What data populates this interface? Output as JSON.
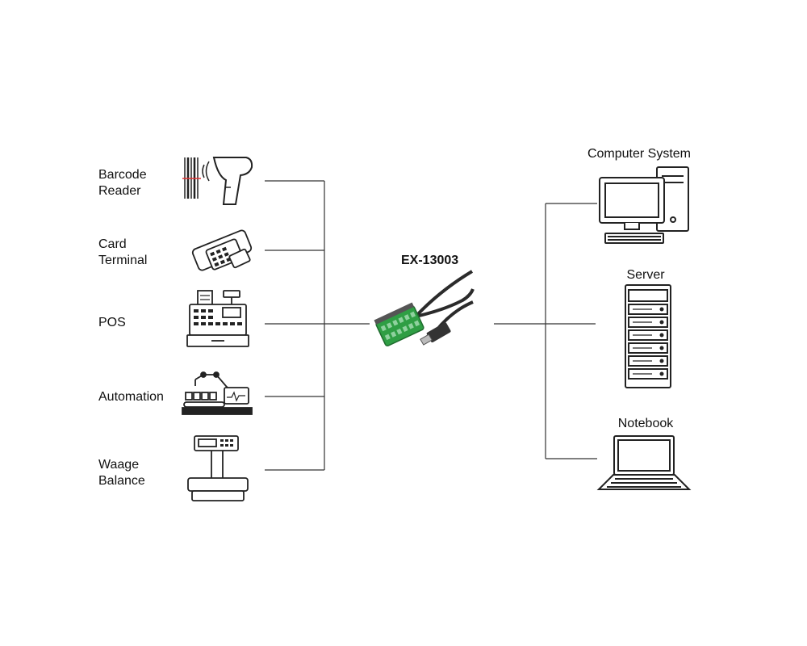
{
  "devices": [
    {
      "label": "Barcode\nReader",
      "icon": "barcode-reader-icon"
    },
    {
      "label": "Card\nTerminal",
      "icon": "card-terminal-icon"
    },
    {
      "label": "POS",
      "icon": "pos-register-icon"
    },
    {
      "label": "Automation",
      "icon": "automation-robot-icon"
    },
    {
      "label": "Waage\nBalance",
      "icon": "weighing-scale-icon"
    }
  ],
  "adapter": {
    "label": "EX-13003",
    "icon": "usb-terminal-adapter-icon"
  },
  "hosts": [
    {
      "label": "Computer System",
      "icon": "desktop-computer-icon"
    },
    {
      "label": "Server",
      "icon": "server-rack-icon"
    },
    {
      "label": "Notebook",
      "icon": "laptop-icon"
    }
  ],
  "colors": {
    "line": "#333333",
    "terminal_green": "#2f9e44",
    "cable": "#2b2b2b"
  }
}
